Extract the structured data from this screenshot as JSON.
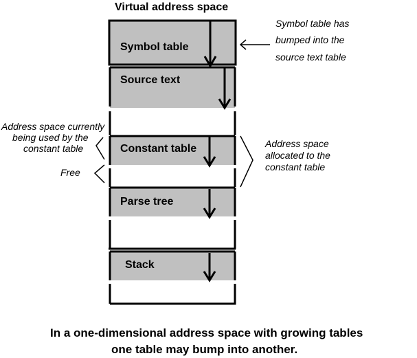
{
  "title": "Virtual address space",
  "segments": [
    {
      "label": "Symbol table"
    },
    {
      "label": "Source text"
    },
    {
      "label": "Constant table"
    },
    {
      "label": "Parse tree"
    },
    {
      "label": "Stack"
    }
  ],
  "annotations": {
    "bump_note": [
      "Symbol table has",
      "bumped into the",
      "source text table"
    ],
    "used_note": [
      "Address space currently",
      "being used by the",
      "constant table"
    ],
    "free_note": "Free",
    "allocated_note": [
      "Address space",
      "allocated to the",
      "constant table"
    ]
  },
  "caption": [
    "In a one-dimensional address space with growing tables",
    "one table may bump into another."
  ]
}
